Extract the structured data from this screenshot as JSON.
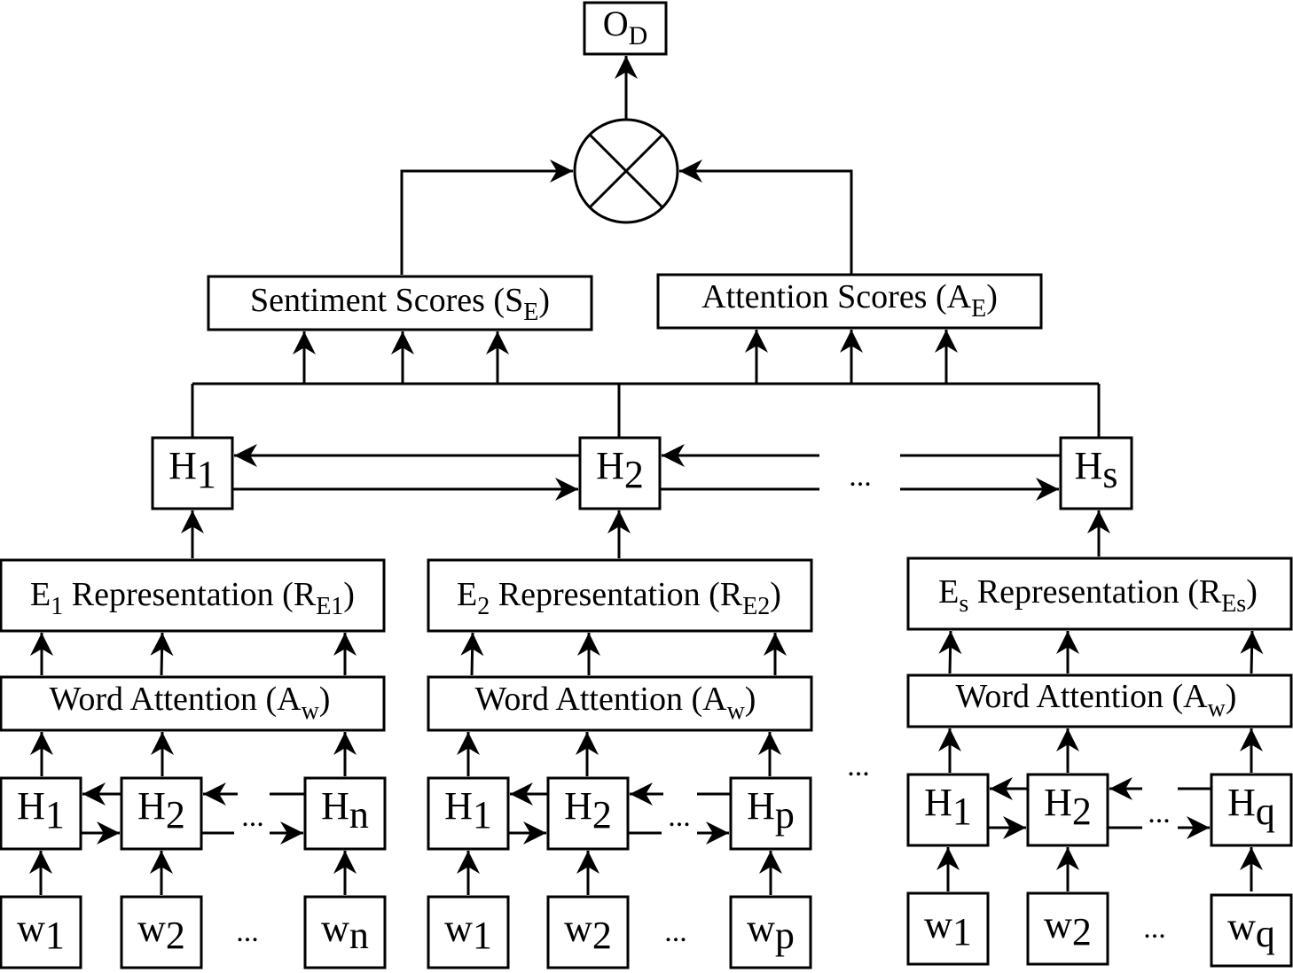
{
  "output": {
    "base": "O",
    "sub": "D"
  },
  "sentiment": {
    "label": "Sentiment Scores (",
    "sub": "E",
    "base_sub": "S",
    "close": ")"
  },
  "attention": {
    "label": "Attention Scores (",
    "sub": "E",
    "base_sub": "A",
    "close": ")"
  },
  "top_hidden": [
    {
      "base": "H",
      "sub": "1"
    },
    {
      "base": "H",
      "sub": "2"
    },
    {
      "base": "H",
      "sub": "s"
    }
  ],
  "ellipsis": "...",
  "groups": [
    {
      "rep": {
        "e_sub": "1",
        "label": " Representation (R",
        "r_sub": "E1",
        "close": ")"
      },
      "word_attention": {
        "label": "Word Attention (A",
        "sub": "w",
        "close": ")"
      },
      "hidden": [
        {
          "base": "H",
          "sub": "1"
        },
        {
          "base": "H",
          "sub": "2"
        },
        {
          "base": "H",
          "sub": "n"
        }
      ],
      "words": [
        {
          "base": "w",
          "sub": "1"
        },
        {
          "base": "w",
          "sub": "2"
        },
        {
          "base": "w",
          "sub": "n"
        }
      ]
    },
    {
      "rep": {
        "e_sub": "2",
        "label": " Representation (R",
        "r_sub": "E2",
        "close": ")"
      },
      "word_attention": {
        "label": "Word Attention (A",
        "sub": "w",
        "close": ")"
      },
      "hidden": [
        {
          "base": "H",
          "sub": "1"
        },
        {
          "base": "H",
          "sub": "2"
        },
        {
          "base": "H",
          "sub": "p"
        }
      ],
      "words": [
        {
          "base": "w",
          "sub": "1"
        },
        {
          "base": "w",
          "sub": "2"
        },
        {
          "base": "w",
          "sub": "p"
        }
      ]
    },
    {
      "rep": {
        "e_sub": "s",
        "label": " Representation (R",
        "r_sub": "Es",
        "close": ")"
      },
      "word_attention": {
        "label": "Word Attention (A",
        "sub": "w",
        "close": ")"
      },
      "hidden": [
        {
          "base": "H",
          "sub": "1"
        },
        {
          "base": "H",
          "sub": "2"
        },
        {
          "base": "H",
          "sub": "q"
        }
      ],
      "words": [
        {
          "base": "w",
          "sub": "1"
        },
        {
          "base": "w",
          "sub": "2"
        },
        {
          "base": "w",
          "sub": "q"
        }
      ]
    }
  ]
}
